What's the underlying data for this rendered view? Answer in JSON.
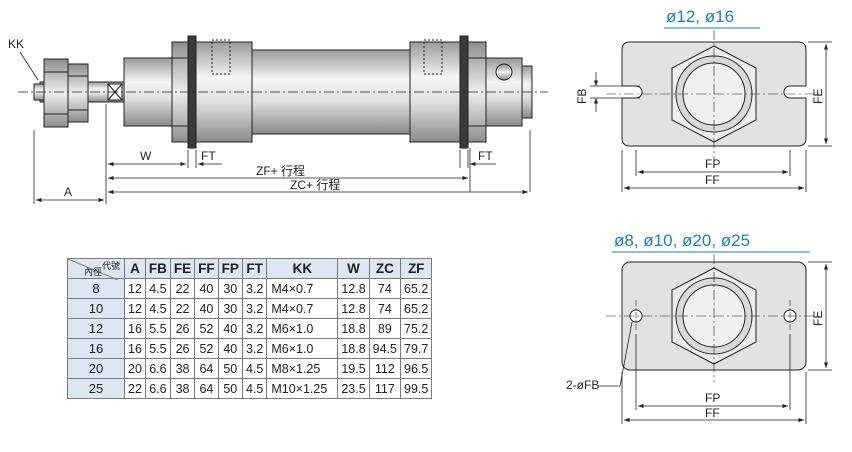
{
  "side_view": {
    "label_kk": "KK",
    "label_w": "W",
    "label_ft_left": "FT",
    "label_ft_right": "FT",
    "label_zf": "ZF+ 行程",
    "label_zc": "ZC+ 行程",
    "label_a": "A"
  },
  "front_top": {
    "title": "ø12, ø16",
    "label_fb": "FB",
    "label_fe": "FE",
    "label_fp": "FP",
    "label_ff": "FF"
  },
  "front_bottom": {
    "title": "ø8, ø10, ø20, ø25",
    "label_2fb": "2-øFB",
    "label_fe": "FE",
    "label_fp": "FP",
    "label_ff": "FF"
  },
  "table": {
    "corner_top": "代號",
    "corner_bottom": "內徑",
    "headers": [
      "A",
      "FB",
      "FE",
      "FF",
      "FP",
      "FT",
      "KK",
      "W",
      "ZC",
      "ZF"
    ],
    "rows": [
      {
        "bore": "8",
        "cells": [
          "12",
          "4.5",
          "22",
          "40",
          "30",
          "3.2",
          "M4×0.7",
          "12.8",
          "74",
          "65.2"
        ]
      },
      {
        "bore": "10",
        "cells": [
          "12",
          "4.5",
          "22",
          "40",
          "30",
          "3.2",
          "M4×0.7",
          "12.8",
          "74",
          "65.2"
        ]
      },
      {
        "bore": "12",
        "cells": [
          "16",
          "5.5",
          "26",
          "52",
          "40",
          "3.2",
          "M6×1.0",
          "18.8",
          "89",
          "75.2"
        ]
      },
      {
        "bore": "16",
        "cells": [
          "16",
          "5.5",
          "26",
          "52",
          "40",
          "3.2",
          "M6×1.0",
          "18.8",
          "94.5",
          "79.7"
        ]
      },
      {
        "bore": "20",
        "cells": [
          "20",
          "6.6",
          "38",
          "64",
          "50",
          "4.5",
          "M8×1.25",
          "19.5",
          "112",
          "96.5"
        ]
      },
      {
        "bore": "25",
        "cells": [
          "22",
          "6.6",
          "38",
          "64",
          "50",
          "4.5",
          "M10×1.25",
          "23.5",
          "117",
          "99.5"
        ]
      }
    ]
  },
  "colors": {
    "title_blue": "#1a7fc4",
    "header_bg": "#dde6f3",
    "part_gray": "#e2e2e2"
  }
}
